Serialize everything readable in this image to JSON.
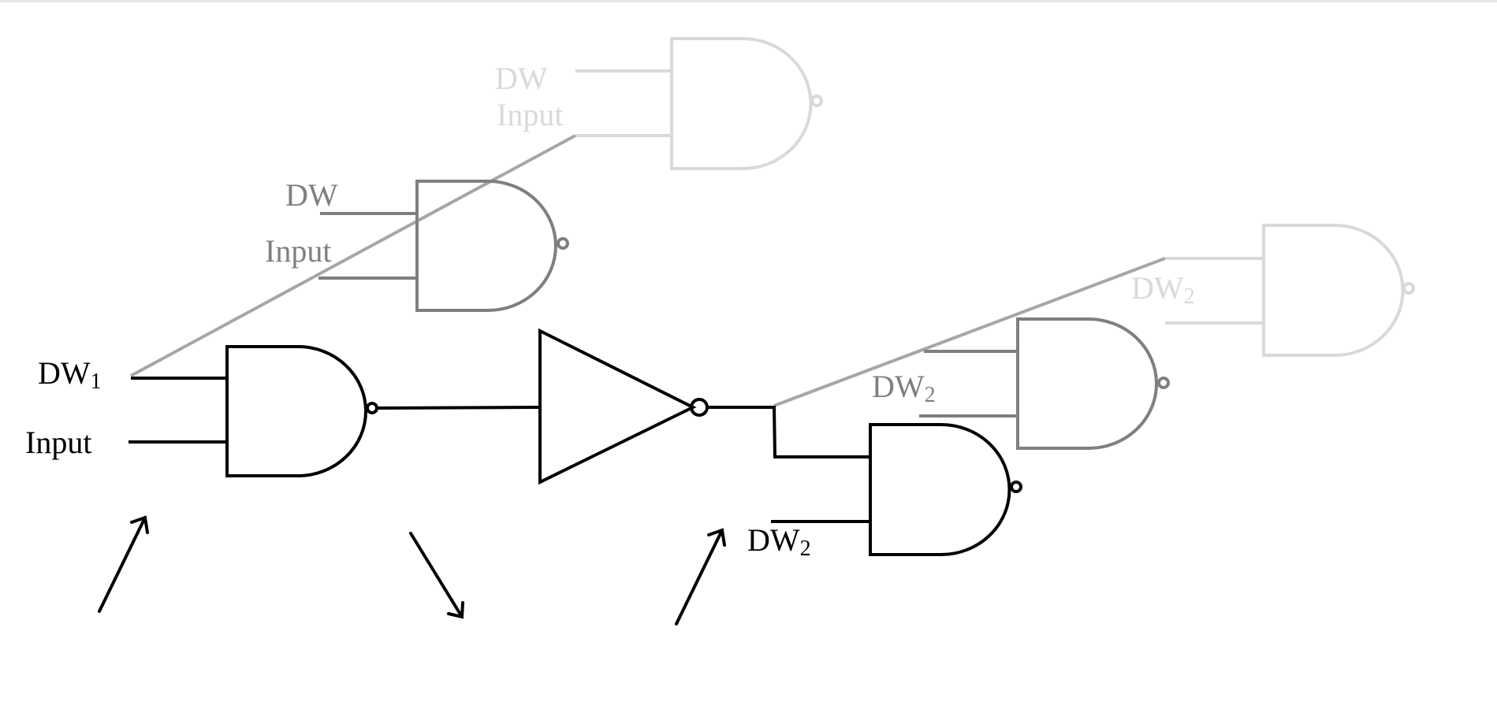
{
  "colors": {
    "dark": "#000000",
    "mid": "#7f7f7f",
    "light": "#d9d9d9",
    "feed": "#a6a6a6",
    "arrow": "#000000"
  },
  "labels": {
    "dw1_main": "DW",
    "dw1_sub": "1",
    "input_main": "Input",
    "dw_mid": "DW",
    "input_mid": "Input",
    "dw_light": "DW",
    "input_light": "Input",
    "dw2_dark_main": "DW",
    "dw2_dark_sub": "2",
    "dw2_mid_main": "DW",
    "dw2_mid_sub": "2",
    "dw2_light_main": "DW",
    "dw2_light_sub": "2"
  },
  "icons": [
    "nand-gate-icon",
    "not-gate-icon",
    "arrow-icon"
  ]
}
